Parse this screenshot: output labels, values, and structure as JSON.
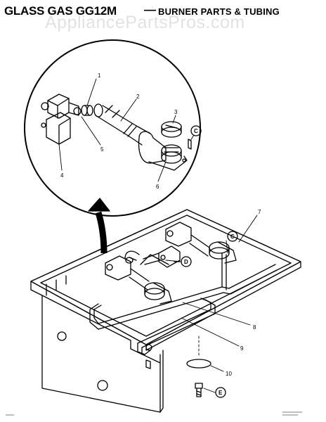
{
  "title": {
    "main": "GLASS GAS GG12M",
    "separator": "—",
    "subtitle": "BURNER PARTS & TUBING"
  },
  "watermark": "AppliancePartsPros.com",
  "part_labels": {
    "p1": "1",
    "p2": "2",
    "p3": "3",
    "p4": "4",
    "p5": "5",
    "p6": "6",
    "p7": "7",
    "p8": "8",
    "p9": "9",
    "p10": "10"
  },
  "callouts": {
    "c_detail": "C",
    "c_main": "C",
    "d": "D",
    "e": "E"
  },
  "colors": {
    "ink": "#000000",
    "background": "#ffffff",
    "watermark": "#969696"
  }
}
